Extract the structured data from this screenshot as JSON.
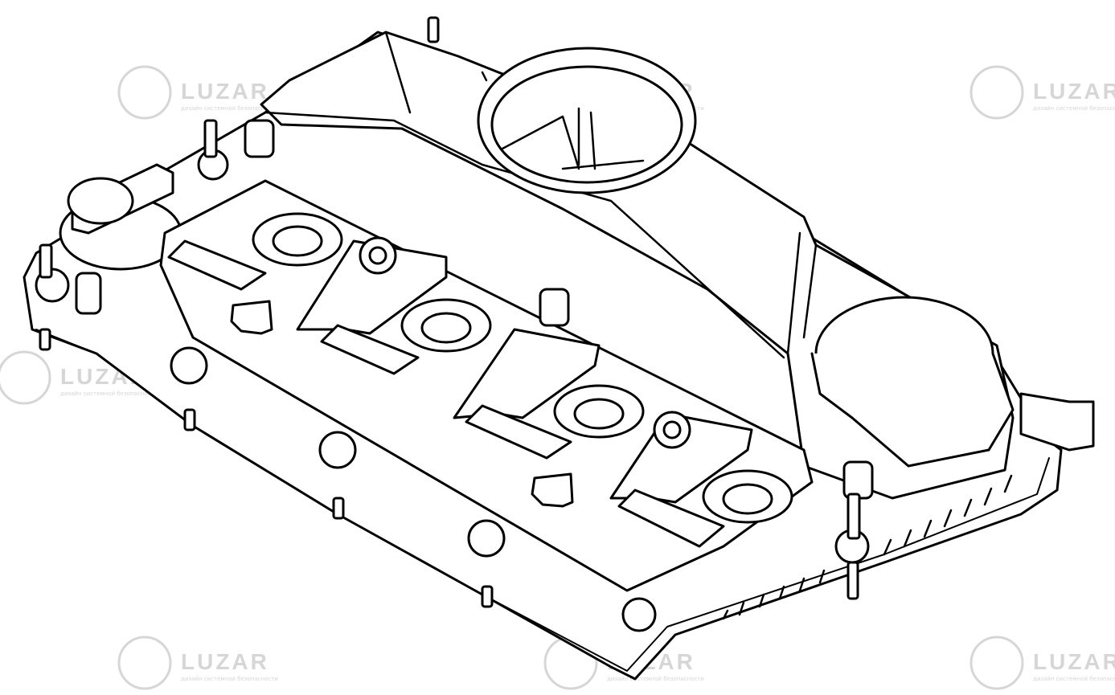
{
  "image": {
    "subject": "Engine valve cover (cylinder head cover) line drawing",
    "line_color": "#000000",
    "background_color": "#ffffff",
    "watermark_color": "#d6d6d6"
  },
  "watermark": {
    "brand": "LUZAR",
    "tagline": "дизайн системной безопасности",
    "logo_icon": "lion-head-icon"
  }
}
